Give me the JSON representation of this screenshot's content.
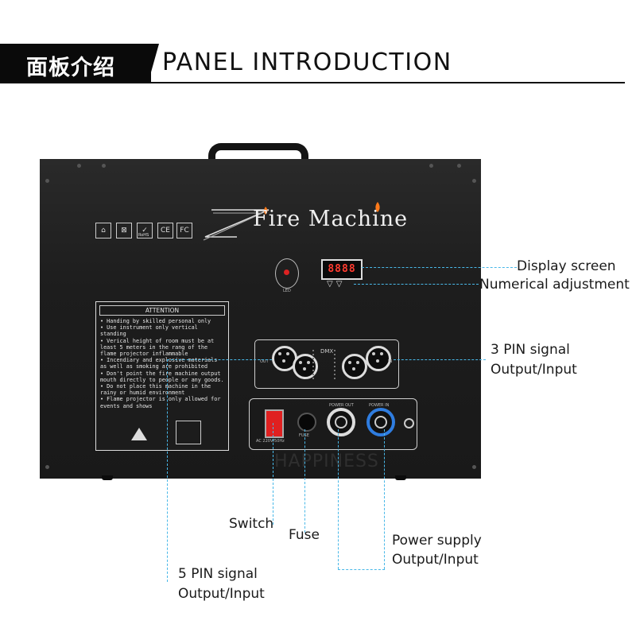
{
  "header": {
    "title_cn": "面板介绍",
    "title_en": "PANEL INTRODUCTION"
  },
  "machine": {
    "brand": "Fire Machine",
    "certs": [
      "⌂",
      "⊠",
      "✓",
      "CE",
      "FC"
    ],
    "cert_rohs": "RoHS",
    "display_value": "8888",
    "led_label": "LED",
    "dmx_label": "DMX",
    "io_out": "OUT",
    "io_in": "IN",
    "power_out_label": "POWER OUT",
    "power_in_label": "POWER IN",
    "voltage_label": "AC 220V/50Hz",
    "fuse_label": "FUSE",
    "watermark": "HAPPINESS",
    "attention": {
      "heading": "ATTENTION",
      "body": "• Handing by skilled personal only\n• Use instrument only vertical standing\n• Verical height of room must be at least 5 meters in the rang of the flame projector inflammable\n• Incendiary and explosive materials as well as smoking are prohibited\n• Don't point the fire machine output mouth directly to people or any goods.\n• Do not place this machine in the rainy or humid environment\n• Flame projector is only allowed for events and shows"
    }
  },
  "labels": {
    "display": "Display screen",
    "numerical": "Numerical adjustment",
    "pin3_line1": "3 PIN signal",
    "pin3_line2": "Output/Input",
    "switch": "Switch",
    "fuse": "Fuse",
    "power_line1": "Power supply",
    "power_line2": "Output/Input",
    "pin5_line1": "5 PIN signal",
    "pin5_line2": "Output/Input"
  },
  "colors": {
    "leader_line": "#49b8e8",
    "display_digits": "#ff3b2f",
    "switch": "#e02020",
    "power_in_ring": "#2f7de0"
  }
}
